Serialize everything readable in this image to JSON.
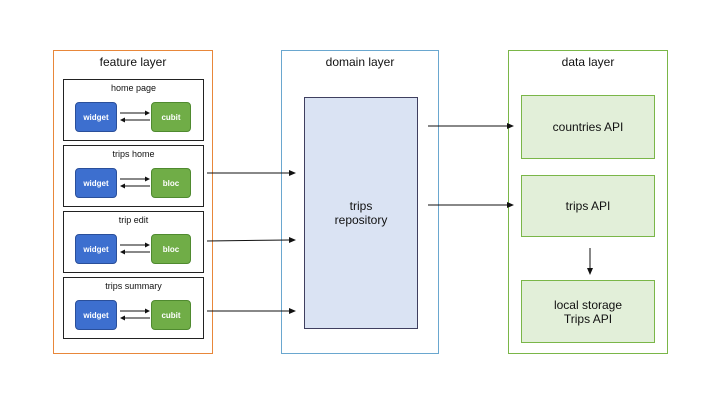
{
  "feature_layer": {
    "title": "feature layer",
    "features": [
      {
        "title": "home page",
        "view": "widget",
        "logic": "cubit"
      },
      {
        "title": "trips home",
        "view": "widget",
        "logic": "bloc"
      },
      {
        "title": "trip edit",
        "view": "widget",
        "logic": "bloc"
      },
      {
        "title": "trips summary",
        "view": "widget",
        "logic": "cubit"
      }
    ]
  },
  "domain_layer": {
    "title": "domain layer",
    "repository": {
      "line1": "trips",
      "line2": "repository"
    }
  },
  "data_layer": {
    "title": "data layer",
    "apis": [
      {
        "line1": "countries API",
        "line2": ""
      },
      {
        "line1": "trips API",
        "line2": ""
      },
      {
        "line1": "local storage",
        "line2": "Trips API"
      }
    ]
  },
  "colors": {
    "feature_border": "#e8873a",
    "domain_border": "#6aa7cf",
    "data_border": "#7ab648",
    "widget_fill": "#3d6fcf",
    "logic_fill": "#70ad47",
    "repository_fill": "#dae3f3",
    "api_fill": "#e2efd9"
  }
}
